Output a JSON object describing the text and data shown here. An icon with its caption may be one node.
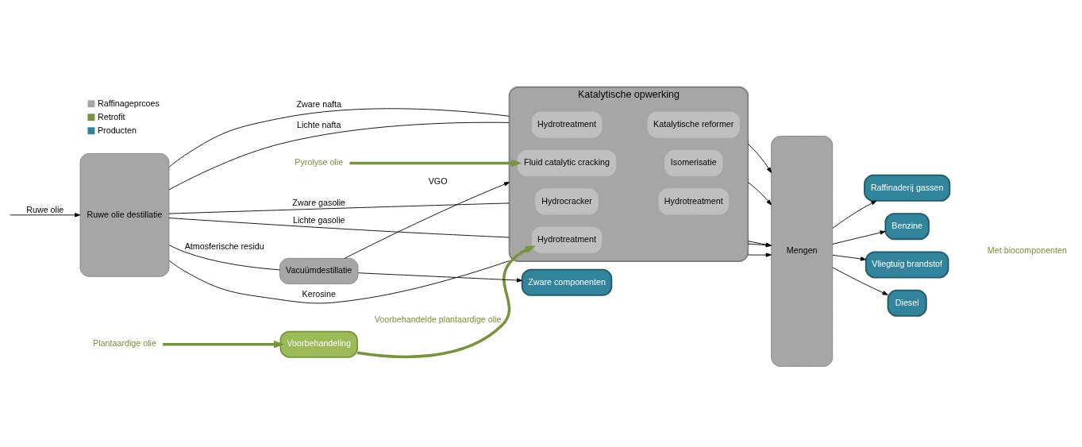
{
  "diagram": {
    "nodes": [
      {
        "text": [
          "Plantaardige olie"
        ]
      },
      {
        "text": [
          "Voorbehandeling"
        ]
      },
      {
        "text": [
          "Pyrolyse olie"
        ]
      },
      {
        "text": [
          "Ruwe olie destillatie"
        ]
      },
      {
        "text": [
          "Katalytische opwerking"
        ]
      },
      {
        "text": [
          "Hydrotreatment"
        ],
        "in": 4
      },
      {
        "text": [
          "Isomerisatie"
        ],
        "in": 4
      },
      {
        "text": [
          "Katalytische reformer"
        ],
        "in": 4
      },
      {
        "text": [
          "Hydrotreatment"
        ],
        "in": 4
      },
      {
        "text": [
          "Hydrocracker"
        ],
        "in": 4
      },
      {
        "text": [
          "Fluid catalytic cracking"
        ],
        "in": 4
      },
      {
        "text": [
          "Hydrotreatment"
        ],
        "in": 4
      },
      {
        "text": [
          "Vacuümdestillatie"
        ]
      },
      {
        "text": [
          "Mengen"
        ]
      },
      {
        "text": [
          "Raffinaderij gassen"
        ]
      },
      {
        "text": [
          "Benzine"
        ]
      },
      {
        "text": [
          "Vliegtuig brandstof"
        ]
      },
      {
        "text": [
          "Diesel"
        ]
      },
      {
        "text": [
          "Zware componenten"
        ]
      }
    ],
    "edges": [
      {
        "from": null,
        "to": 3,
        "arrow": "to",
        "label": "Ruwe olie"
      },
      {
        "from": 0,
        "to": 1,
        "arrow": "to",
        "style": "thick",
        "color": "#77933c"
      },
      {
        "from": 3,
        "to": 4,
        "arrow": "none",
        "label": "Lichte nafta"
      },
      {
        "from": 3,
        "to": 4,
        "arrow": "none",
        "label": "Zware nafta"
      },
      {
        "from": 3,
        "to": 4,
        "arrow": "none",
        "label": "Kerosine"
      },
      {
        "from": 3,
        "to": 4,
        "arrow": "none",
        "label": "Lichte gasolie"
      },
      {
        "from": 3,
        "to": 4,
        "arrow": "none",
        "label": "Zware gasolie"
      },
      {
        "from": 1,
        "to": 8,
        "arrow": "to",
        "label": "Voorbehandelde plantaardige olie",
        "style": "thick",
        "color": "#77933c"
      },
      {
        "from": 2,
        "to": 10,
        "arrow": "to",
        "style": "thick",
        "color": "#77933c"
      },
      {
        "from": 3,
        "to": 12,
        "arrow": "none",
        "label": "Atmosferische residu"
      },
      {
        "from": 12,
        "to": 4,
        "arrow": "to",
        "label": "VGO"
      },
      {
        "from": 4,
        "to": 13,
        "arrow": "to"
      },
      {
        "from": 4,
        "to": 13,
        "arrow": "to"
      },
      {
        "from": 4,
        "to": 13,
        "arrow": "to"
      },
      {
        "from": 4,
        "to": 13,
        "arrow": "to"
      },
      {
        "from": 4,
        "to": 13,
        "arrow": "to"
      },
      {
        "from": 13,
        "to": 14,
        "arrow": "to"
      },
      {
        "from": 13,
        "to": 15,
        "arrow": "to"
      },
      {
        "from": 13,
        "to": 16,
        "arrow": "to"
      },
      {
        "from": 13,
        "to": 17,
        "arrow": "to"
      },
      {
        "from": 12,
        "to": 18,
        "arrow": "to"
      }
    ],
    "labels": [
      "Met biocomponenten"
    ],
    "legend": [
      {
        "text": "Raffinageprcoes",
        "color": "#a6a6a6"
      },
      {
        "text": "Retrofit",
        "color": "#77933c"
      },
      {
        "text": "Producten",
        "color": "#31849b"
      }
    ]
  }
}
